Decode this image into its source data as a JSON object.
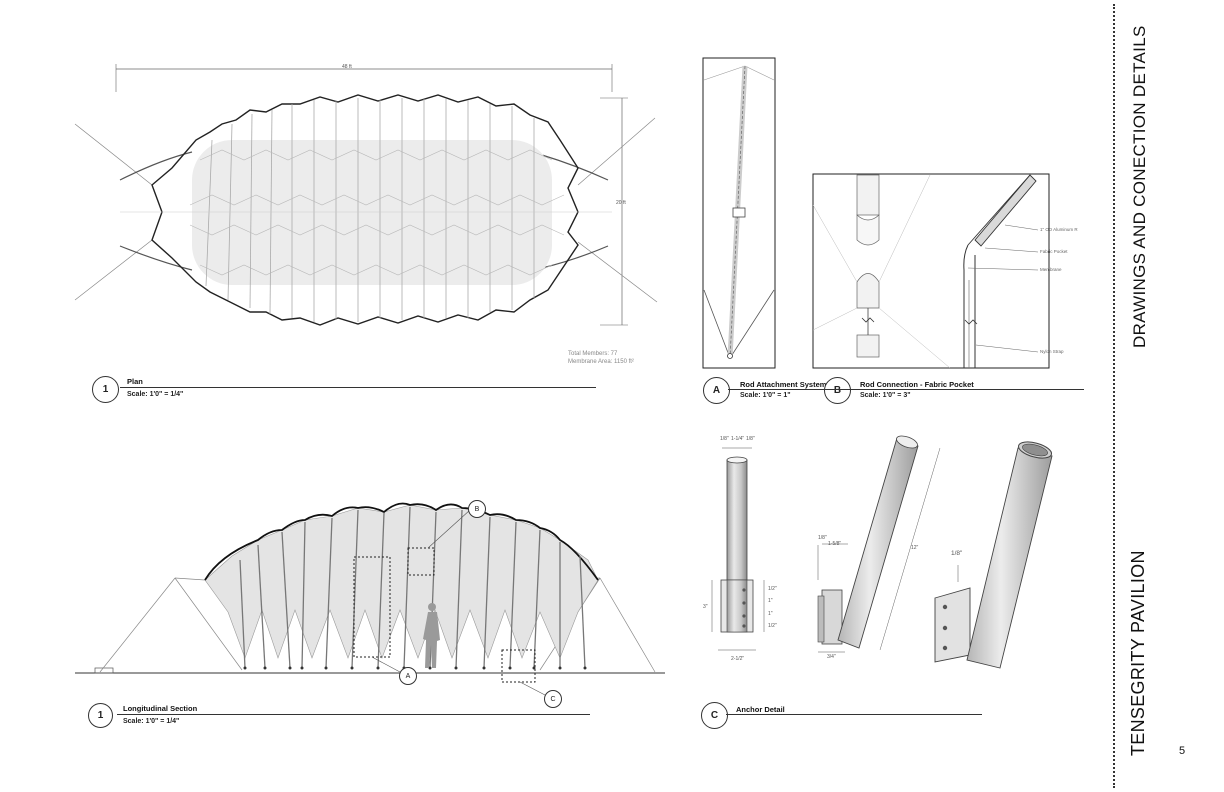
{
  "sheet": {
    "project_title": "TENSEGRITY PAVILION",
    "sheet_title": "DRAWINGS AND CONECTION DETAILS",
    "page_number": "5"
  },
  "plan": {
    "tag": "1",
    "title": "Plan",
    "scale": "Scale: 1'0\" = 1/4\"",
    "width_dim": "48 ft",
    "height_dim": "20 ft",
    "notes": [
      "Total Members: 77",
      "Membrane Area: 1150 ft²"
    ]
  },
  "section": {
    "tag": "1",
    "title": "Longitudinal Section",
    "scale": "Scale: 1'0\" = 1/4\"",
    "markers": [
      "A",
      "B",
      "C"
    ]
  },
  "detail_a": {
    "tag": "A",
    "title": "Rod Attachment System",
    "scale": "Scale: 1'0\" = 1\""
  },
  "detail_b": {
    "tag": "B",
    "title": "Rod Connection - Fabric Pocket",
    "scale": "Scale: 1'0\" = 3\"",
    "callouts": [
      "1\" OD Aluminum R",
      "Fabric Pocket",
      "Membrane",
      "Nylon Strap"
    ]
  },
  "detail_c": {
    "tag": "C",
    "title": "Anchor Detail",
    "dims_top": [
      "1/8\"",
      "1-1/4\"",
      "1/8\""
    ],
    "dims_side": [
      "1/2\"",
      "1\"",
      "1\"",
      "1/2\""
    ],
    "dim_height": "3\"",
    "dim_base": "2-1/2\"",
    "dims_iso1": [
      "1/8\"",
      "1-5/8\"",
      "12\"",
      "3/4\""
    ],
    "dim_iso2": "1/8\""
  },
  "colors": {
    "ink": "#222222",
    "membrane": "#e6e6e6",
    "rod": "#bdbdbd"
  }
}
